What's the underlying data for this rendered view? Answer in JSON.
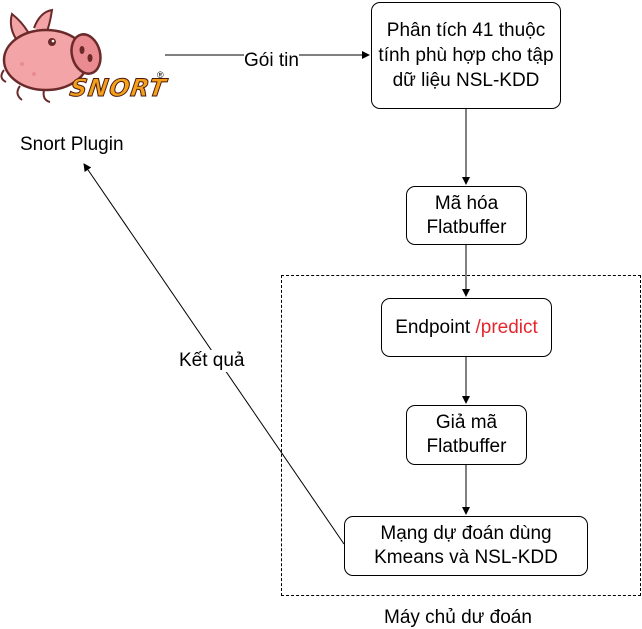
{
  "logo": {
    "wordmark": "SNORT",
    "mark": "®"
  },
  "nodes": {
    "analyze": "Phân tích 41 thuộc tính phù hợp cho tập dữ liệu NSL-KDD",
    "encode": "Mã hóa Flatbuffer",
    "endpoint_prefix": "Endpoint ",
    "endpoint_path": "/predict",
    "decode": "Giả mã Flatbuffer",
    "model": "Mạng dự đoán dùng Kmeans và NSL-KDD"
  },
  "labels": {
    "plugin": "Snort Plugin",
    "packet": "Gói tin",
    "result": "Kết quả",
    "server": "Máy chủ dư đoán"
  },
  "colors": {
    "accent": "#e5262d",
    "line": "#000000",
    "logo_orange": "#f5a01a",
    "logo_pink": "#f3a4a7"
  }
}
